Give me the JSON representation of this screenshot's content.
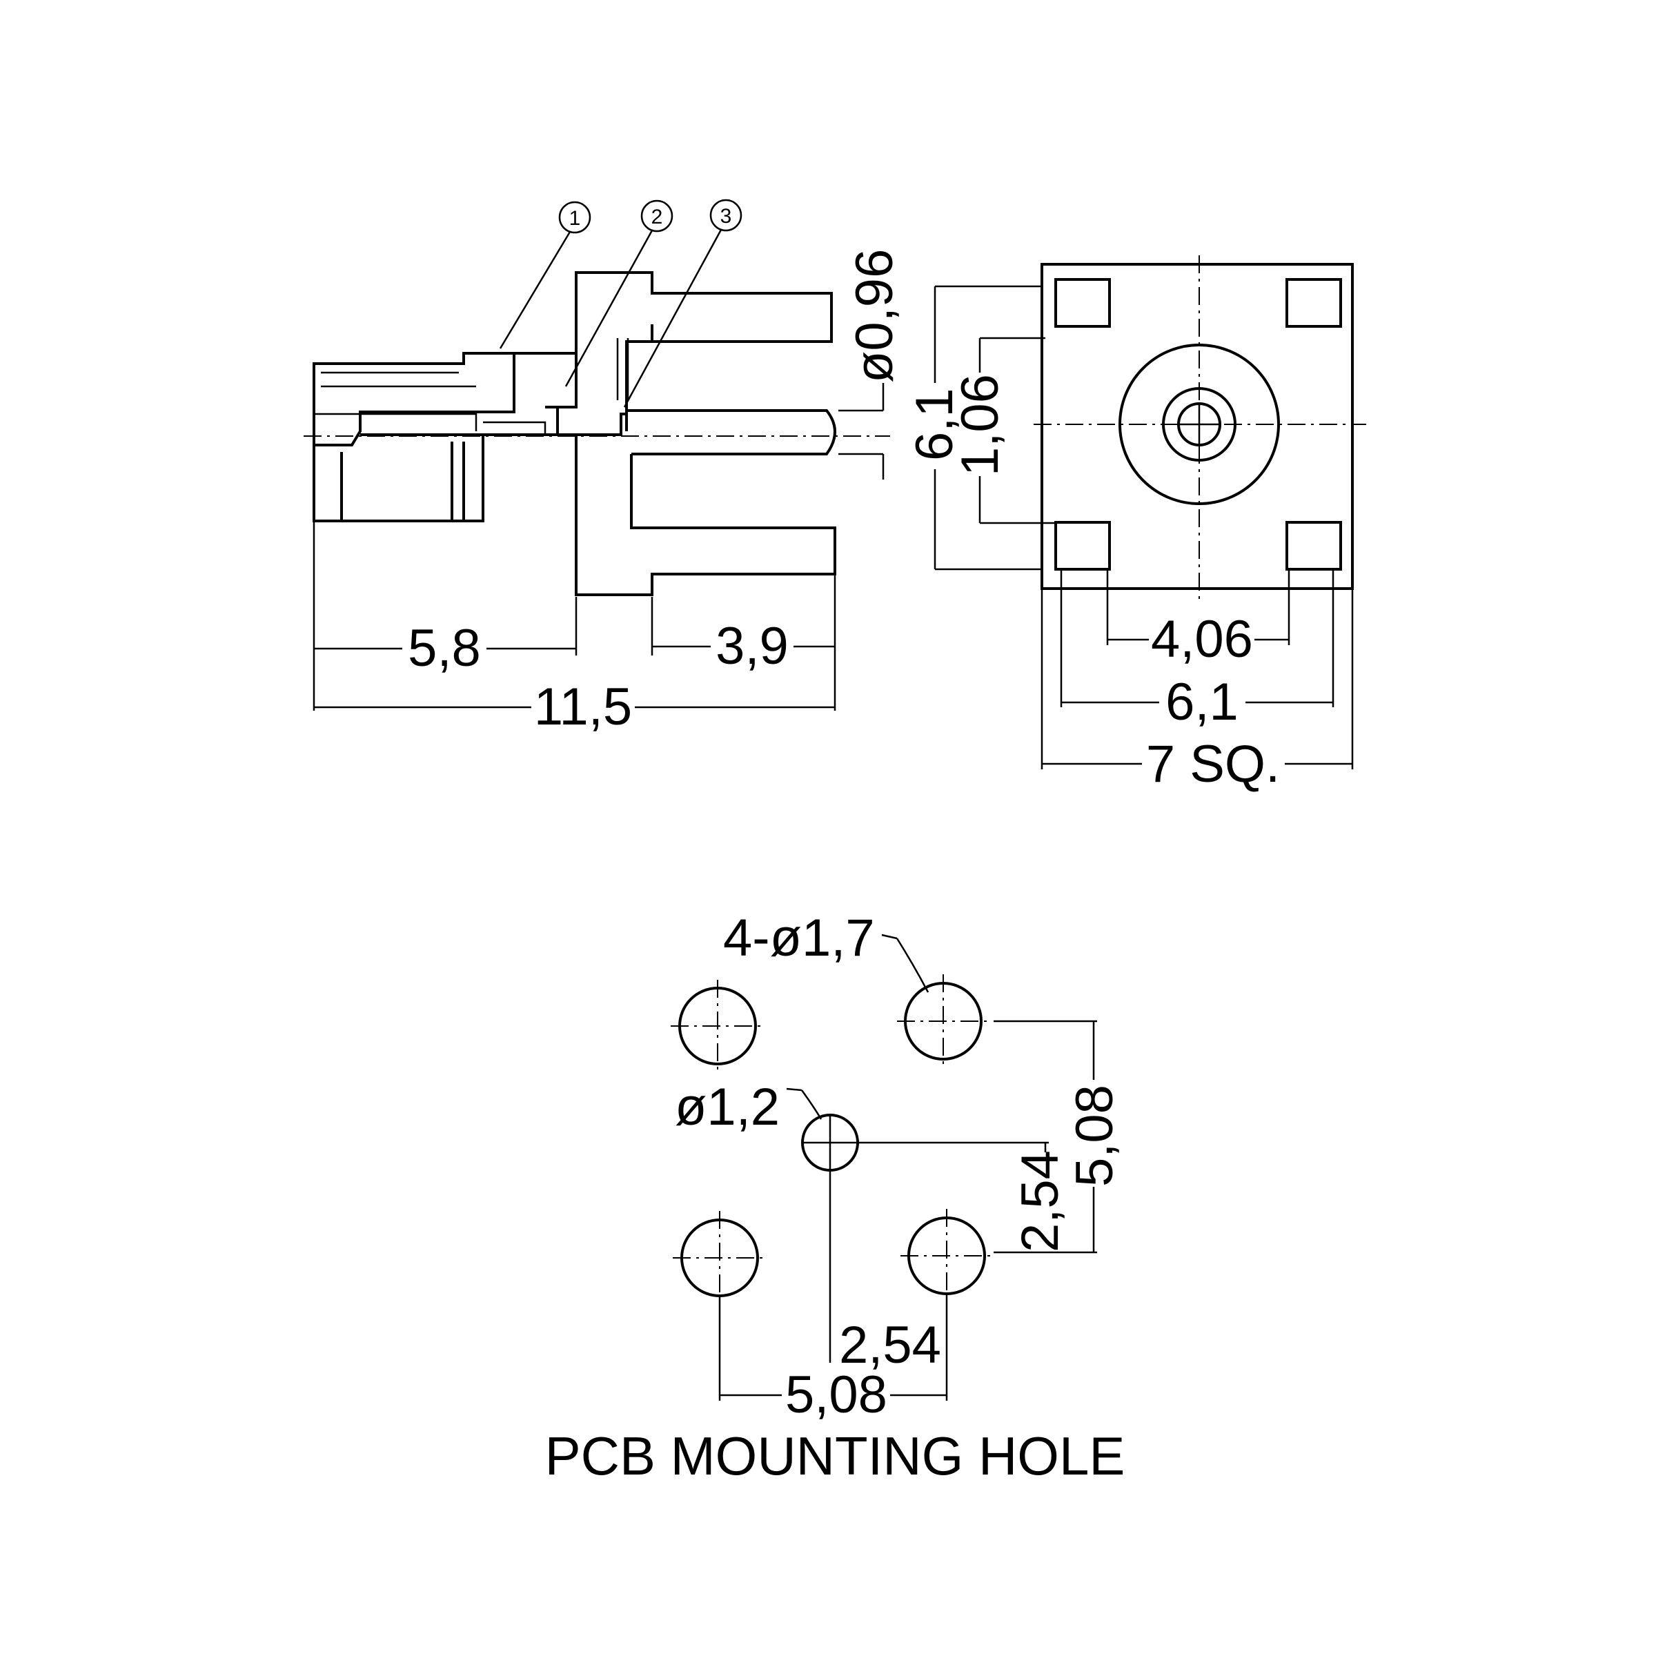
{
  "callouts": {
    "c1": "1",
    "c2": "2",
    "c3": "3"
  },
  "side_view": {
    "dim_pin_diameter": "ø0,96",
    "dim_body_length": "5,8",
    "dim_pin_length": "3,9",
    "dim_total_length": "11,5"
  },
  "front_view": {
    "dim_height": "6,1",
    "dim_center_offset": "1,06",
    "dim_pad_span": "4,06",
    "dim_pin_span": "6,1",
    "dim_square": "7 SQ."
  },
  "pcb": {
    "ground_hole_label": "4-ø1,7",
    "center_hole_label": "ø1,2",
    "dim_v_half": "2,54",
    "dim_v_full": "5,08",
    "dim_h_half": "2,54",
    "dim_h_full": "5,08",
    "caption": "PCB MOUNTING HOLE"
  }
}
